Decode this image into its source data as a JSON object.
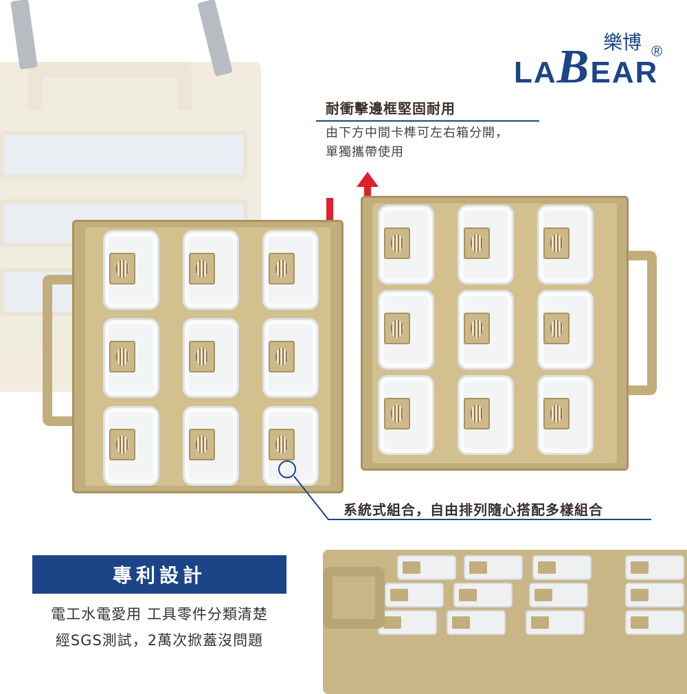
{
  "brand": {
    "logo_text": "LABEAR",
    "logo_chinese": "樂博",
    "registered": "®",
    "color": "#1c4587"
  },
  "feature_top": {
    "title": "耐衝擊邊框堅固耐用",
    "lines": [
      "由下方中間卡榫可左右箱分開，",
      "單獨攜帶使用"
    ]
  },
  "feature_mid": {
    "title": "系統式組合，自由排列隨心搭配多樣組合"
  },
  "banner": {
    "title": "專利設計"
  },
  "description": {
    "lines": [
      "電工水電愛用  工具零件分類清楚",
      "經SGS測試，2萬次掀蓋沒問題"
    ]
  },
  "colors": {
    "accent": "#1c4587",
    "arrow": "#e0202a",
    "tray": "#c2ad7c"
  }
}
